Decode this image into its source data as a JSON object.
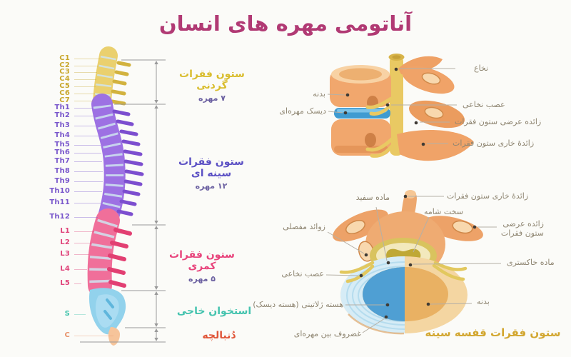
{
  "title": "آناتومی مهره های انسان",
  "colors": {
    "title": "#b13a74",
    "cervical": "#d9bd2e",
    "thoracic": "#5b50c4",
    "lumbar": "#e8447c",
    "sacrum": "#43c3ae",
    "coccyx": "#e05538",
    "caption": "#d2a62f",
    "figure_label": "#8f8672"
  },
  "spine": {
    "vertebra_labels": [
      "C1",
      "C2",
      "C3",
      "C4",
      "C5",
      "C6",
      "C7",
      "Th1",
      "Th2",
      "Th3",
      "Th4",
      "Th5",
      "Th6",
      "Th7",
      "Th8",
      "Th9",
      "Th10",
      "Th11",
      "Th12",
      "L1",
      "L2",
      "L3",
      "L4",
      "L5",
      "S",
      "C"
    ],
    "sections": [
      {
        "name": "ستون فقرات گردنی",
        "count": "۷ مهره"
      },
      {
        "name": "ستون فقرات سینه ای",
        "count": "۱۲ مهره"
      },
      {
        "name": "ستون فقرات کمری",
        "count": "۵ مهره"
      },
      {
        "name": "استخوان خاجی",
        "count": ""
      },
      {
        "name": "دُنبالچه",
        "count": ""
      }
    ]
  },
  "vertebra_pair_figure": {
    "labels": {
      "body": "بدنه",
      "disc": "دیسک مهره‌ای",
      "spinal_cord": "نخاع",
      "spinal_nerve": "عصب نخاعی",
      "transverse_process": "زائده عرضی ستون فقرات",
      "spinous_process": "زائدهٔ خاری ستون فقرات"
    }
  },
  "axial_vertebra_figure": {
    "labels": {
      "white_matter": "ماده سفید",
      "articular_processes": "زوائد مفصلی",
      "spinal_nerve": "عصب نخاعی",
      "nucleus": "هسته ژلاتینی (هسته دیسک)",
      "intervertebral_cartilage": "غضروف بین مهره‌ای",
      "spinous_process": "زائدهٔ خاری ستون فقرات",
      "dura_mater": "سخت شامه",
      "transverse_process": "زائده عرضی ستون فقرات",
      "gray_matter": "ماده خاکستری",
      "body": "بدنه"
    },
    "caption": "ستون فقرات قفسه سینه"
  }
}
